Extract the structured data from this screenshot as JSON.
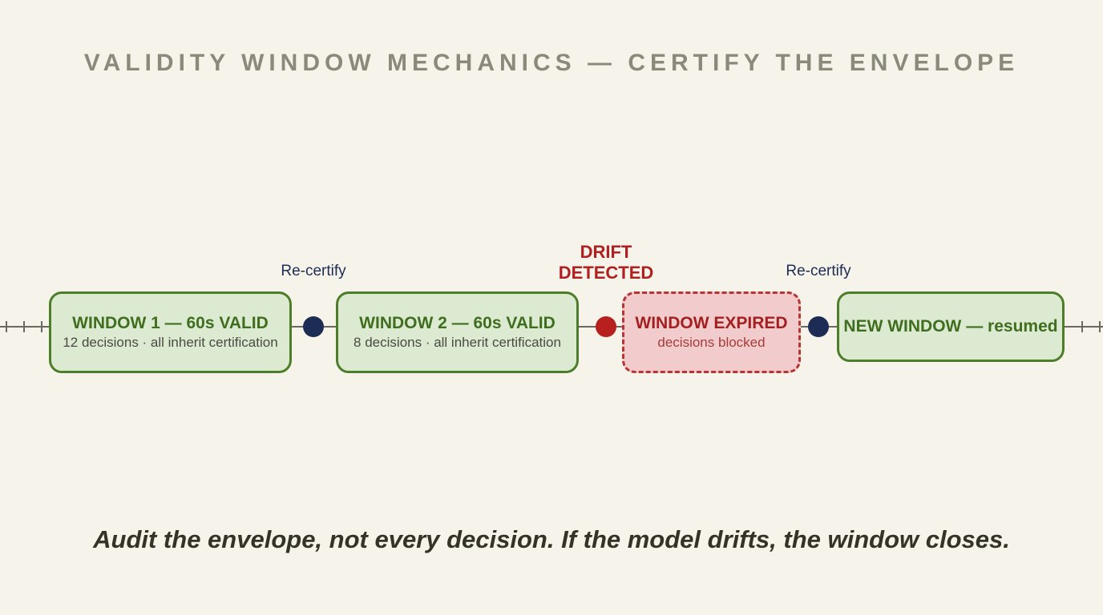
{
  "title": "VALIDITY WINDOW MECHANICS — CERTIFY THE ENVELOPE",
  "windows": [
    {
      "title": "WINDOW 1 — 60s VALID",
      "subtitle": "12 decisions · all inherit certification",
      "state": "valid"
    },
    {
      "title": "WINDOW 2 — 60s VALID",
      "subtitle": "8 decisions · all inherit certification",
      "state": "valid"
    },
    {
      "title": "WINDOW EXPIRED",
      "subtitle": "decisions blocked",
      "state": "expired"
    },
    {
      "title": "NEW WINDOW — resumed",
      "subtitle": "",
      "state": "valid"
    }
  ],
  "events": [
    {
      "label": "Re-certify",
      "type": "recertify"
    },
    {
      "label_line1": "DRIFT",
      "label_line2": "DETECTED",
      "type": "drift"
    },
    {
      "label": "Re-certify",
      "type": "recertify"
    }
  ],
  "tagline": "Audit the envelope, not every decision. If the model drifts, the window closes.",
  "colors": {
    "valid_fill": "#dcead2",
    "valid_border": "#4e7d2a",
    "expired_fill": "#f2cccc",
    "expired_border": "#b53535",
    "recertify_node": "#1c2c55",
    "drift_node": "#b82020"
  }
}
